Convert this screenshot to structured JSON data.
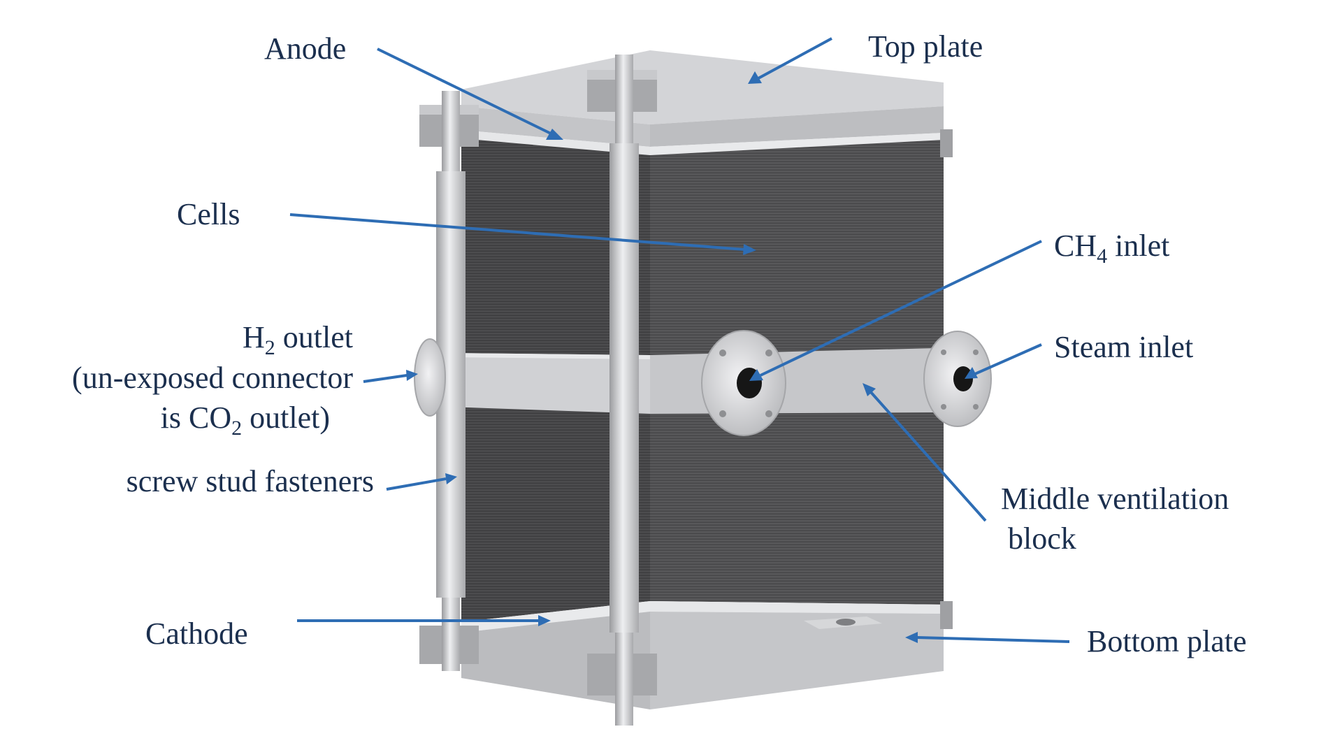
{
  "labels": {
    "anode": "Anode",
    "top_plate": "Top plate",
    "cells": "Cells",
    "ch4_main": "CH",
    "ch4_sub": "4",
    "ch4_tail": " inlet",
    "h2_main": "H",
    "h2_sub": "2",
    "h2_tail": " outlet",
    "h2_line2": "(un-exposed connector",
    "h2_line3_pre": "is CO",
    "h2_line3_sub": "2",
    "h2_line3_tail": " outlet)",
    "steam_inlet": "Steam inlet",
    "screw_stud": "screw stud fasteners",
    "middle_vent_1": "Middle ventilation",
    "middle_vent_2": "block",
    "cathode": "Cathode",
    "bottom_plate": "Bottom plate"
  },
  "colors": {
    "label_text": "#1b2f4e",
    "arrow": "#2e6db4",
    "cells": "#4a4a4c",
    "metal": "#c9cacc",
    "metal_dark": "#9a9b9e"
  }
}
